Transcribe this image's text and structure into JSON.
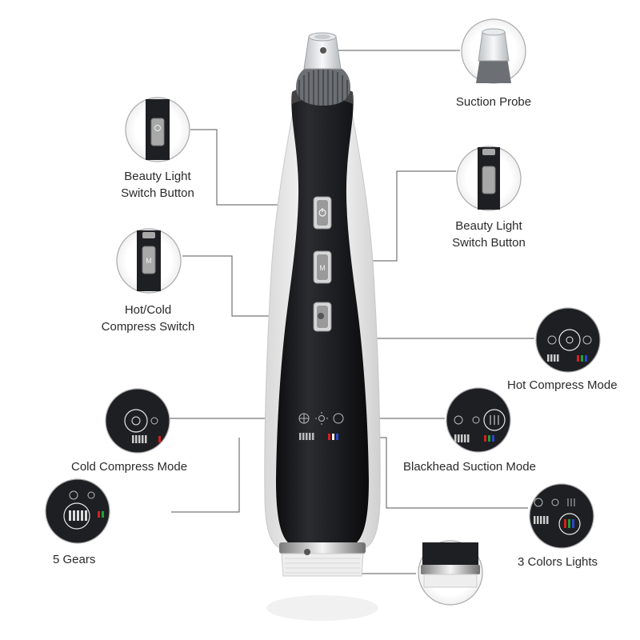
{
  "labels": {
    "suction_probe": "Suction Probe",
    "beauty_light_left": [
      "Beauty Light",
      "Switch Button"
    ],
    "beauty_light_right": [
      "Beauty Light",
      "Switch Button"
    ],
    "hot_cold_switch": [
      "Hot/Cold",
      "Compress Switch"
    ],
    "hot_compress_mode": "Hot Compress Mode",
    "cold_compress_mode": "Cold Compress Mode",
    "blackhead_suction_mode": "Blackhead Suction Mode",
    "five_gears": "5 Gears",
    "three_colors_lights": "3 Colors Lights"
  },
  "colors": {
    "body": "#1e1f22",
    "shell": "#f2f2f2",
    "leader_line": "#555555",
    "light_red": "#d42020",
    "light_green": "#1fa03a",
    "light_blue": "#2a48c8"
  },
  "icons": [
    "snowflake-icon",
    "sun-icon",
    "steam-icon",
    "power-icon"
  ]
}
